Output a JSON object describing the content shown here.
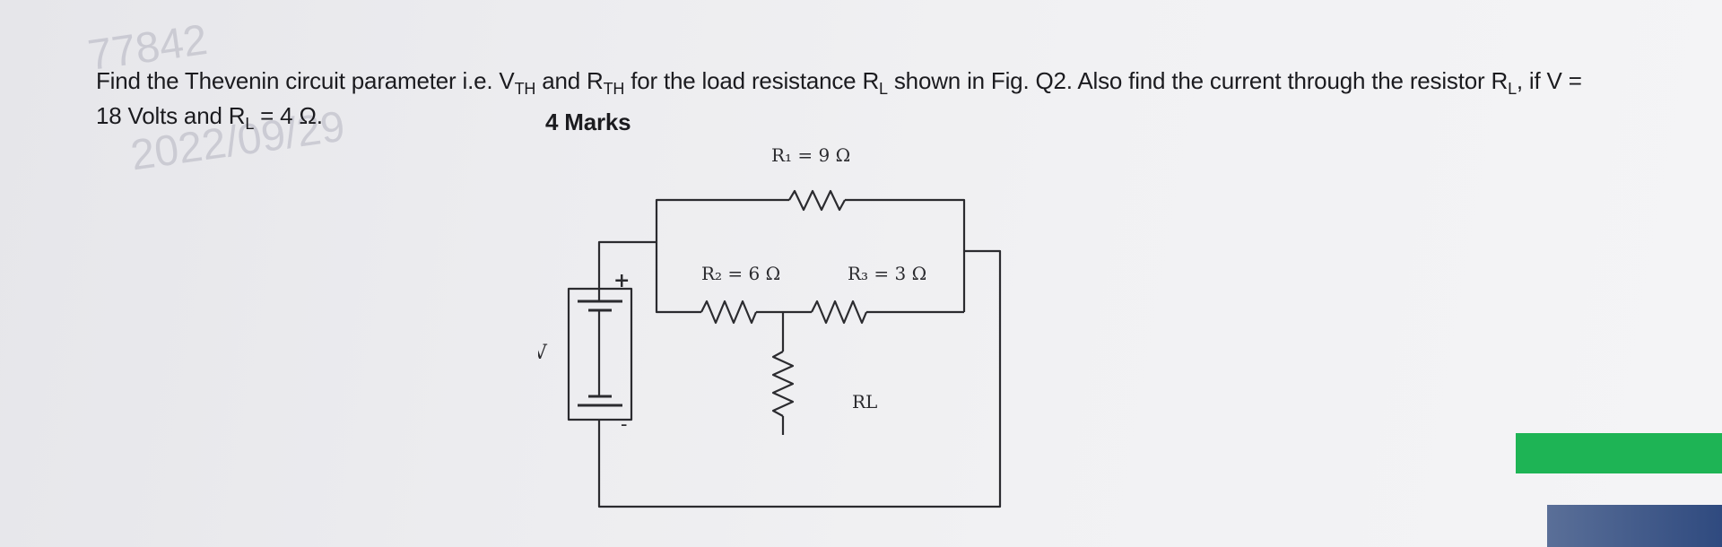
{
  "watermark": {
    "line1": "77842",
    "line2": "2022/09/29"
  },
  "question": {
    "p1": "Find the Thevenin circuit parameter i.e. V",
    "sub_th1": "TH",
    "p2": " and R",
    "sub_th2": "TH",
    "p3": " for the load resistance R",
    "sub_l1": "L",
    "p4": " shown in Fig. Q2. Also find the current through the resistor R",
    "sub_l2": "L",
    "p5": ", if V =",
    "p6": "18 Volts and R",
    "sub_l3": "L",
    "p7": " = 4 Ω."
  },
  "marks": "4 Marks",
  "circuit": {
    "r1_label": "R₁ = 9 Ω",
    "r2_label": "R₂ = 6 Ω",
    "r3_label": "R₃ = 3 Ω",
    "rl_label": "RL",
    "v_label": "V",
    "plus": "+",
    "minus": "-"
  },
  "colors": {
    "green_bar": "#1eb455",
    "dark_bar": "#3d5586"
  }
}
